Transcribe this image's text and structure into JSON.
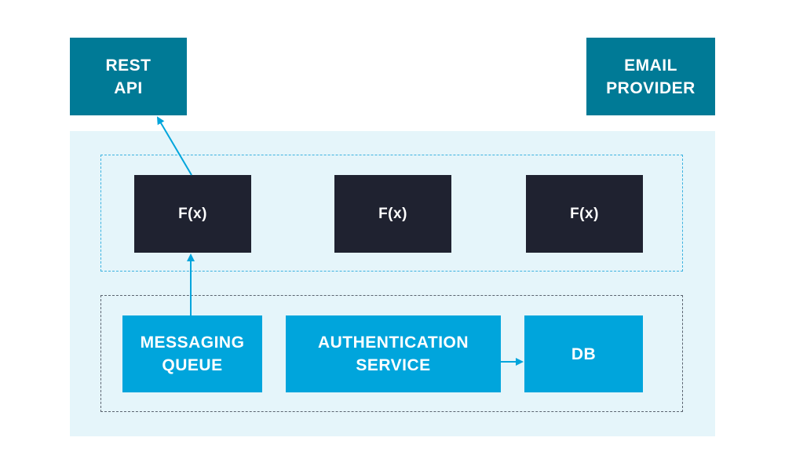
{
  "external": {
    "rest_api": "REST\nAPI",
    "email_provider": "EMAIL\nPROVIDER"
  },
  "functions": [
    "F(x)",
    "F(x)",
    "F(x)"
  ],
  "services": {
    "messaging_queue": "MESSAGING\nQUEUE",
    "authentication_service": "AUTHENTICATION\nSERVICE",
    "db": "DB"
  },
  "colors": {
    "external_box": "#007a96",
    "function_box": "#1f2230",
    "service_box": "#00a5dc",
    "platform_bg": "#e5f5fa",
    "arrow": "#00a5dc"
  }
}
